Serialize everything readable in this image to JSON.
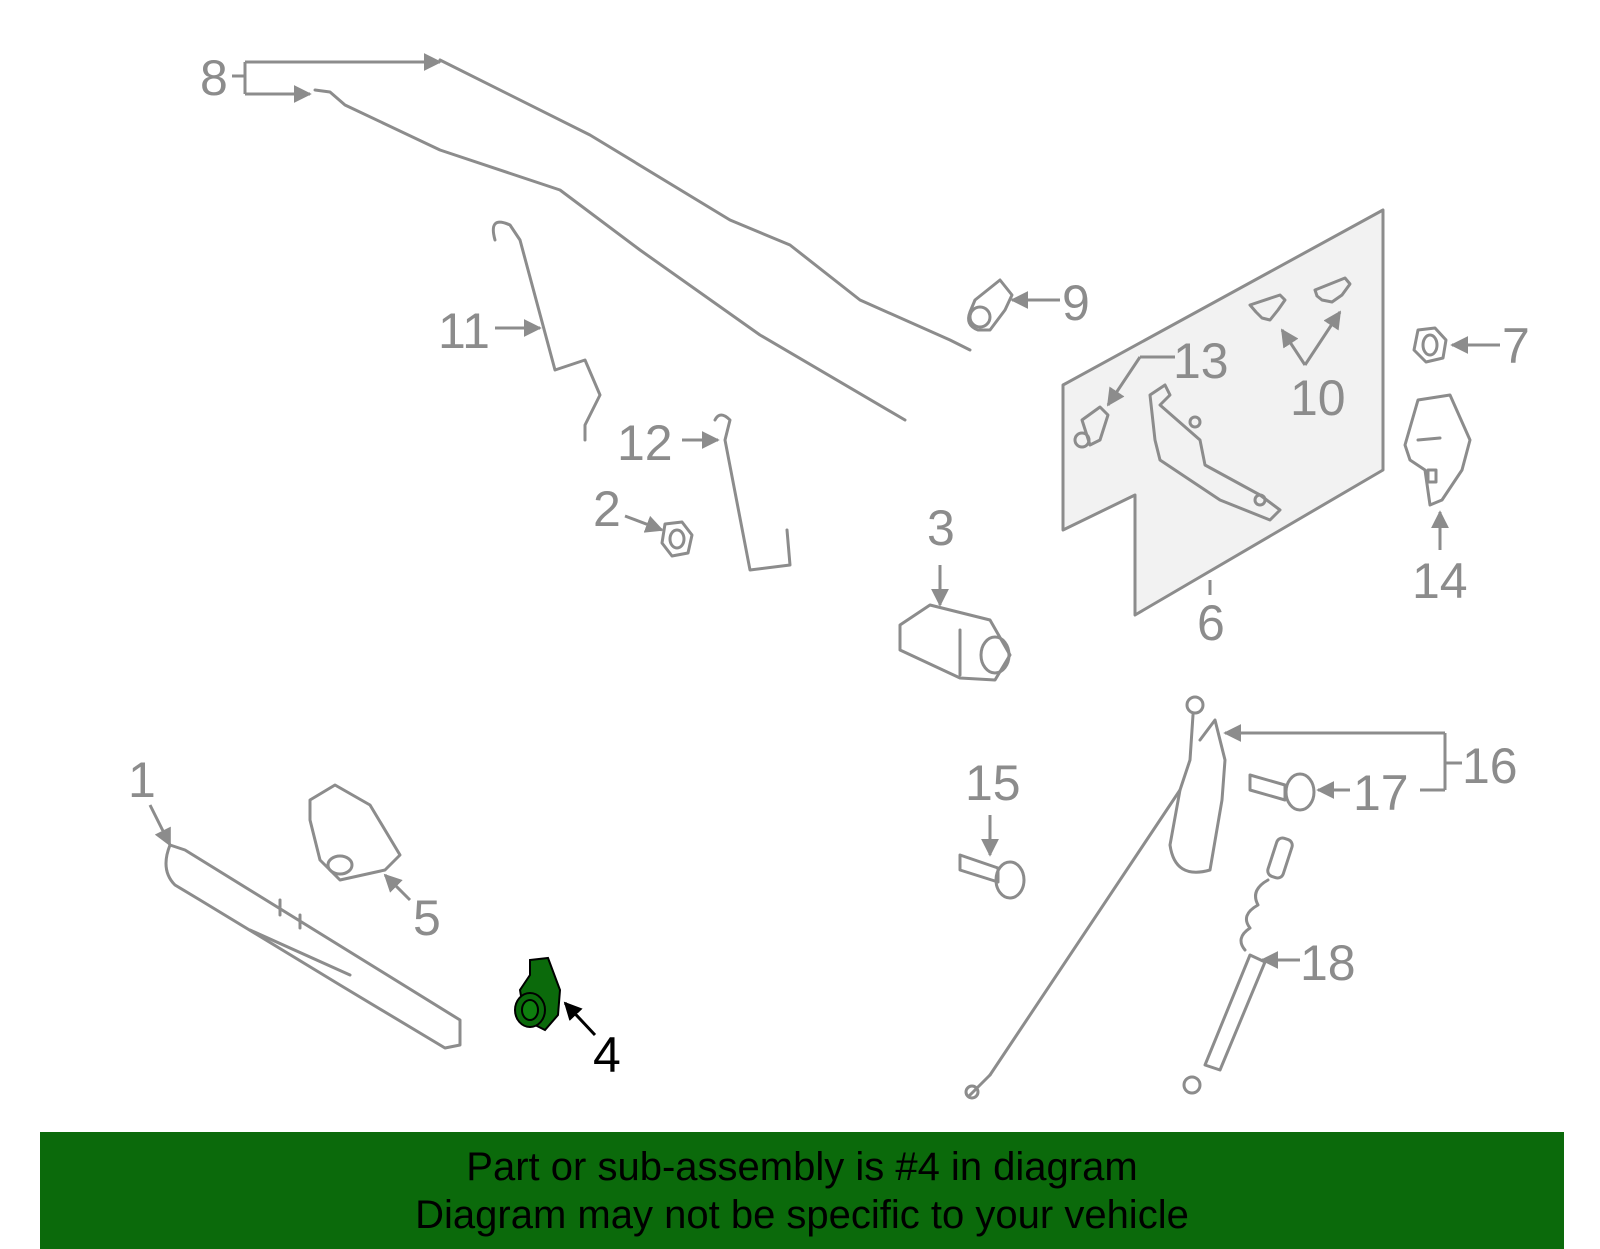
{
  "diagram": {
    "callouts": {
      "c1": "1",
      "c2": "2",
      "c3": "3",
      "c4": "4",
      "c5": "5",
      "c6": "6",
      "c7": "7",
      "c8": "8",
      "c9": "9",
      "c10": "10",
      "c11": "11",
      "c12": "12",
      "c13": "13",
      "c14": "14",
      "c15": "15",
      "c16": "16",
      "c17": "17",
      "c18": "18"
    },
    "highlight_part": "4",
    "colors": {
      "line": "#8c8c8c",
      "highlight": "#0b6a0b",
      "banner": "#0b6a0b"
    }
  },
  "banner": {
    "line1": "Part or sub-assembly is #4 in diagram",
    "line2": "Diagram may not be specific to your vehicle"
  }
}
